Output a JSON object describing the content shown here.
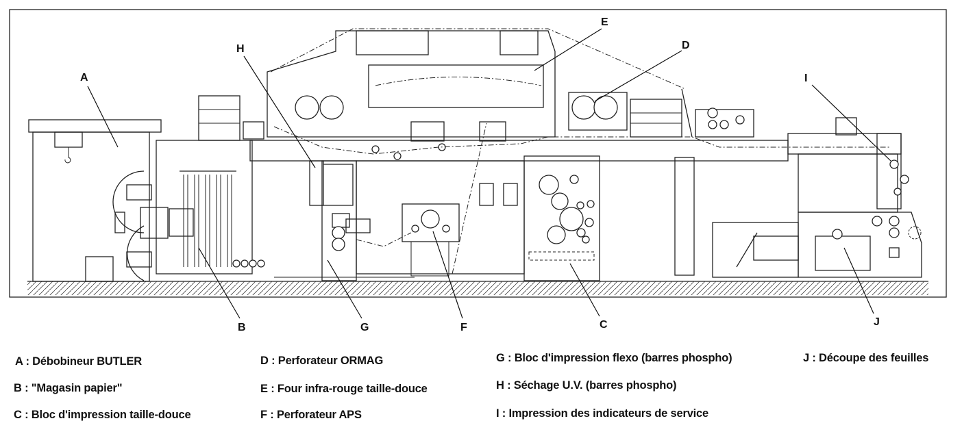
{
  "diagram": {
    "callouts": [
      "A",
      "B",
      "C",
      "D",
      "E",
      "F",
      "G",
      "H",
      "I",
      "J"
    ]
  },
  "legend": [
    {
      "key": "A",
      "text": "A : Débobineur BUTLER"
    },
    {
      "key": "B",
      "text": "B : \"Magasin papier\""
    },
    {
      "key": "C",
      "text": "C : Bloc d'impression taille-douce"
    },
    {
      "key": "D",
      "text": "D : Perforateur ORMAG"
    },
    {
      "key": "E",
      "text": "E  : Four infra-rouge taille-douce"
    },
    {
      "key": "F",
      "text": "F : Perforateur APS"
    },
    {
      "key": "G",
      "text": "G : Bloc d'impression flexo (barres phospho)"
    },
    {
      "key": "H",
      "text": "H : Séchage U.V. (barres phospho)"
    },
    {
      "key": "I",
      "text": "I : Impression des indicateurs de service"
    },
    {
      "key": "J",
      "text": "J : Découpe des feuilles"
    }
  ]
}
